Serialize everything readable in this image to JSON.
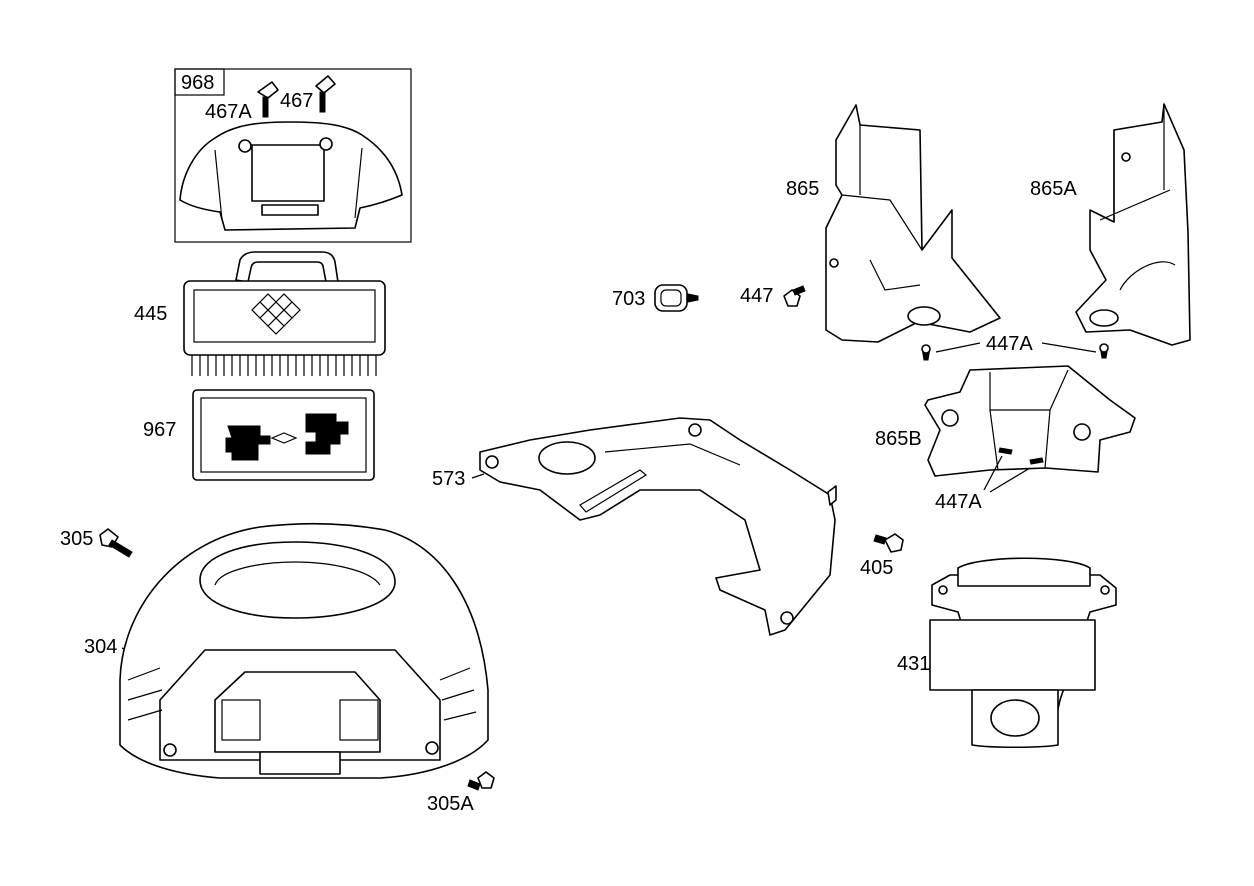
{
  "labels": {
    "p968": "968",
    "p467a": "467A",
    "p467": "467",
    "p445": "445",
    "p967": "967",
    "p305": "305",
    "p304": "304",
    "p305a": "305A",
    "p703": "703",
    "p447": "447",
    "p573": "573",
    "p405": "405",
    "p431": "431",
    "p865": "865",
    "p865a": "865A",
    "p447a_top": "447A",
    "p865b": "865B",
    "p447a_bottom": "447A"
  }
}
